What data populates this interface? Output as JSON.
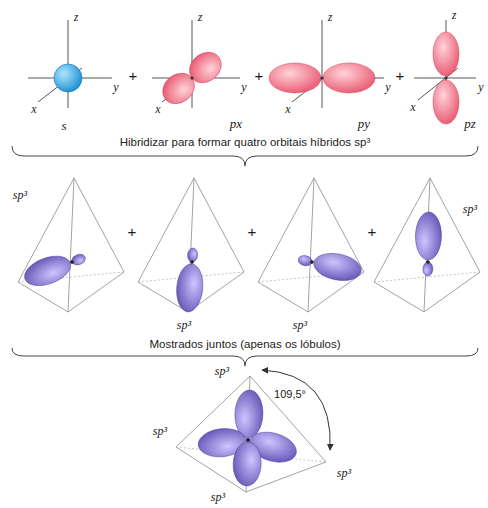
{
  "diagram": {
    "labels": [
      "z",
      "x",
      "y",
      "s",
      "+",
      "z",
      "x",
      "y",
      "px",
      "+",
      "z",
      "x",
      "y",
      "py",
      "+",
      "z",
      "x",
      "y",
      "pz",
      "Hibridizar para formar quatro orbitais híbridos sp³",
      "sp³",
      "+",
      "sp³",
      "+",
      "sp³",
      "+",
      "sp³",
      "Mostrados juntos (apenas os lóbulos)",
      "sp³",
      "109,5°",
      "sp³",
      "sp³",
      "sp³"
    ]
  }
}
